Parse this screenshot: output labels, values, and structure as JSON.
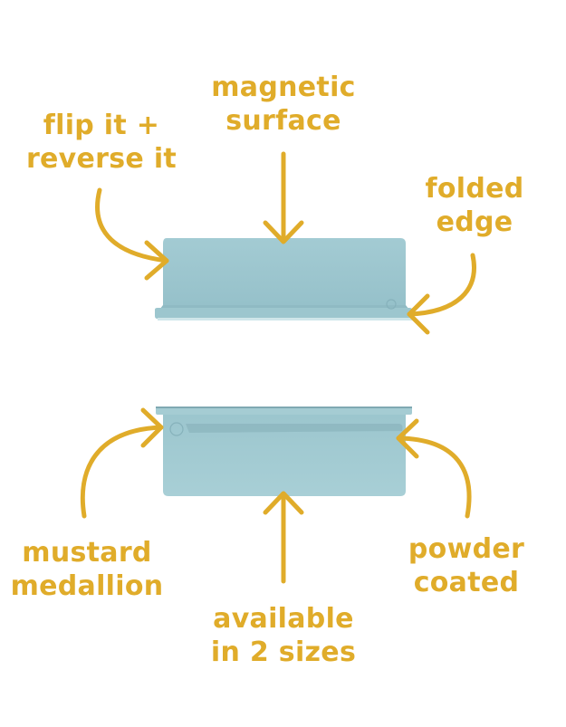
{
  "colors": {
    "accent": "#e0ac2a",
    "shelf": "#9ec7cf",
    "shelf_shadow": "#8ab5be",
    "shelf_light": "#b7d8de"
  },
  "callouts": {
    "magnetic_surface": [
      "magnetic",
      "surface"
    ],
    "flip_reverse": [
      "flip it +",
      "reverse it"
    ],
    "folded_edge": [
      "folded",
      "edge"
    ],
    "mustard_medallion": [
      "mustard",
      "medallion"
    ],
    "powder_coated": [
      "powder",
      "coated"
    ],
    "available_sizes": [
      "available",
      "in 2 sizes"
    ]
  }
}
